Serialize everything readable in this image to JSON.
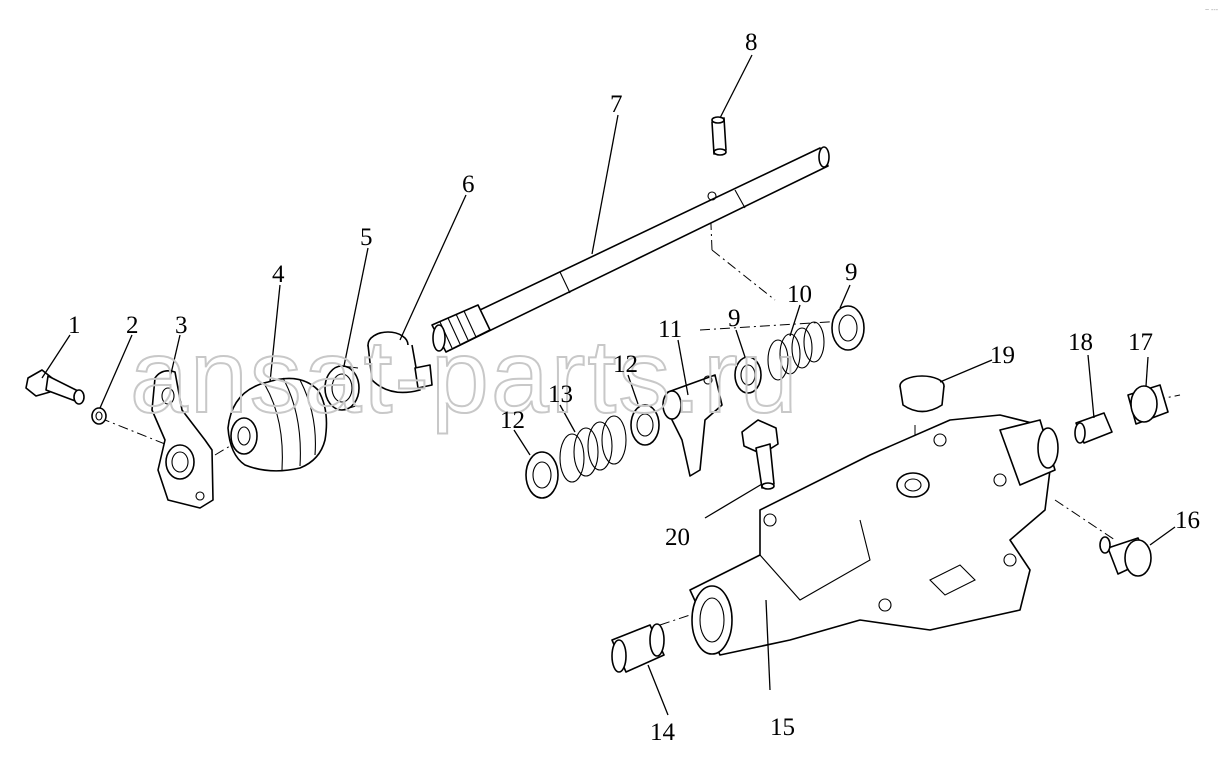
{
  "watermark": "ansat-parts.ru",
  "corner_mark": "~ ---",
  "callouts": [
    {
      "id": "c1",
      "label": "1"
    },
    {
      "id": "c2",
      "label": "2"
    },
    {
      "id": "c3",
      "label": "3"
    },
    {
      "id": "c4",
      "label": "4"
    },
    {
      "id": "c5",
      "label": "5"
    },
    {
      "id": "c6",
      "label": "6"
    },
    {
      "id": "c7",
      "label": "7"
    },
    {
      "id": "c8",
      "label": "8"
    },
    {
      "id": "c9a",
      "label": "9"
    },
    {
      "id": "c9b",
      "label": "9"
    },
    {
      "id": "c10",
      "label": "10"
    },
    {
      "id": "c11",
      "label": "11"
    },
    {
      "id": "c12a",
      "label": "12"
    },
    {
      "id": "c12b",
      "label": "12"
    },
    {
      "id": "c13",
      "label": "13"
    },
    {
      "id": "c14",
      "label": "14"
    },
    {
      "id": "c15",
      "label": "15"
    },
    {
      "id": "c16",
      "label": "16"
    },
    {
      "id": "c17",
      "label": "17"
    },
    {
      "id": "c18",
      "label": "18"
    },
    {
      "id": "c19",
      "label": "19"
    },
    {
      "id": "c20",
      "label": "20"
    }
  ]
}
